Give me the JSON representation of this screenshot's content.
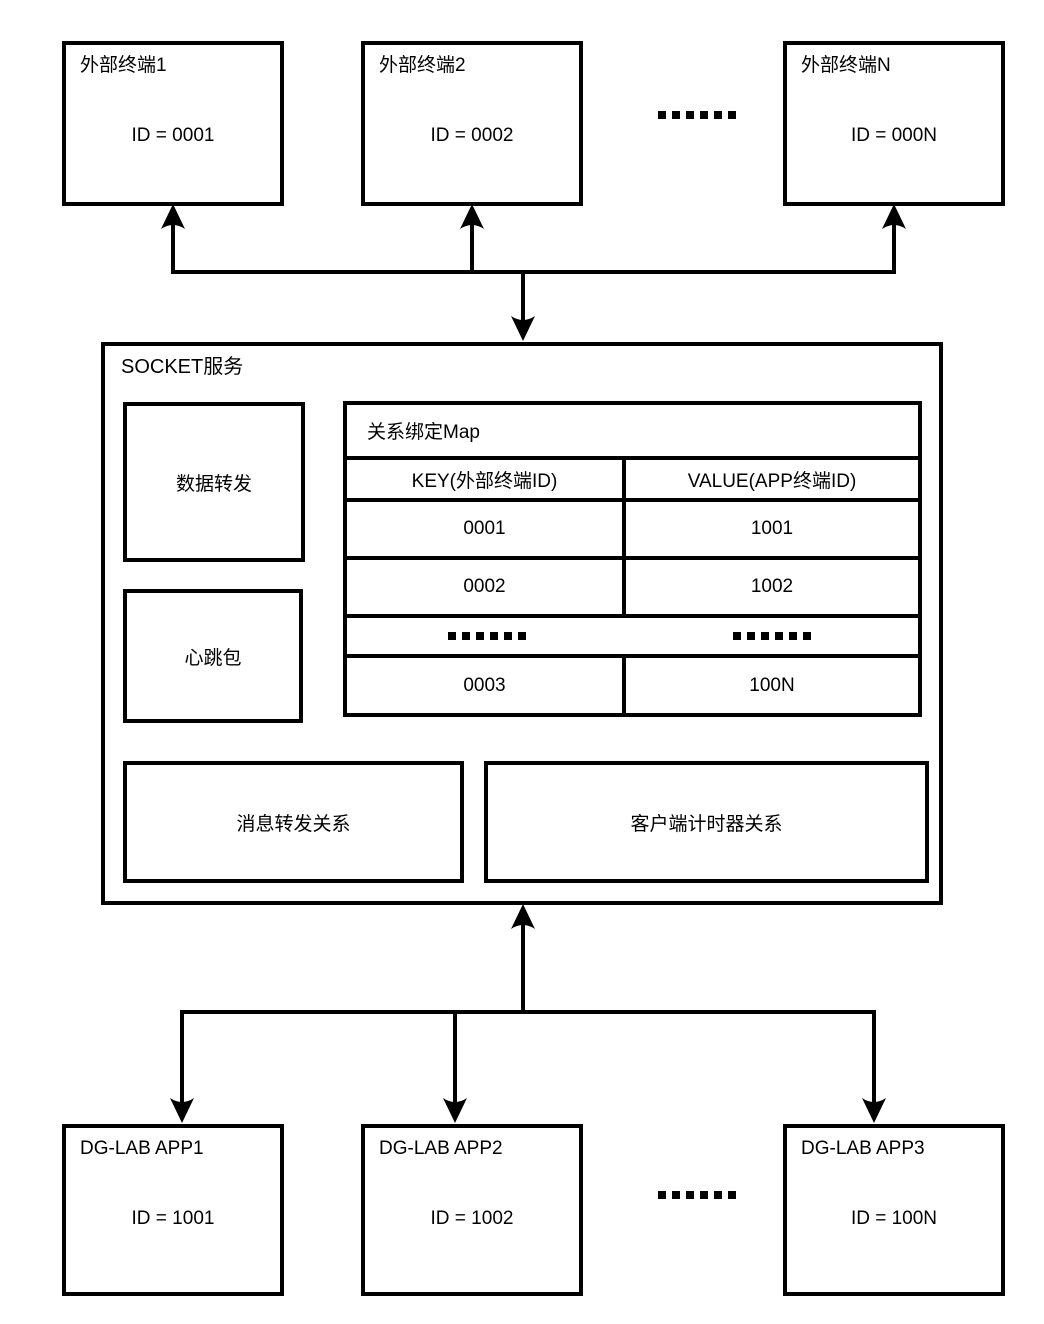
{
  "diagram": {
    "external_terminals": [
      {
        "title": "外部终端1",
        "id_label": "ID = 0001"
      },
      {
        "title": "外部终端2",
        "id_label": "ID = 0002"
      },
      {
        "title": "外部终端N",
        "id_label": "ID = 000N"
      }
    ],
    "terminals_ellipsis": "……",
    "socket": {
      "title": "SOCKET服务",
      "modules": {
        "data_forward": "数据转发",
        "heartbeat": "心跳包",
        "message_forward_relation": "消息转发关系",
        "client_timer_relation": "客户端计时器关系"
      },
      "binding_map": {
        "title": "关系绑定Map",
        "columns": [
          "KEY(外部终端ID)",
          "VALUE(APP终端ID)"
        ],
        "rows": [
          [
            "0001",
            "1001"
          ],
          [
            "0002",
            "1002"
          ],
          [
            "……",
            "……"
          ],
          [
            "0003",
            "100N"
          ]
        ]
      }
    },
    "apps": [
      {
        "title": "DG-LAB APP1",
        "id_label": "ID = 1001"
      },
      {
        "title": "DG-LAB APP2",
        "id_label": "ID = 1002"
      },
      {
        "title": "DG-LAB APP3",
        "id_label": "ID = 100N"
      }
    ],
    "apps_ellipsis": "……",
    "colors": {
      "line": "#000000",
      "background": "#ffffff"
    }
  }
}
